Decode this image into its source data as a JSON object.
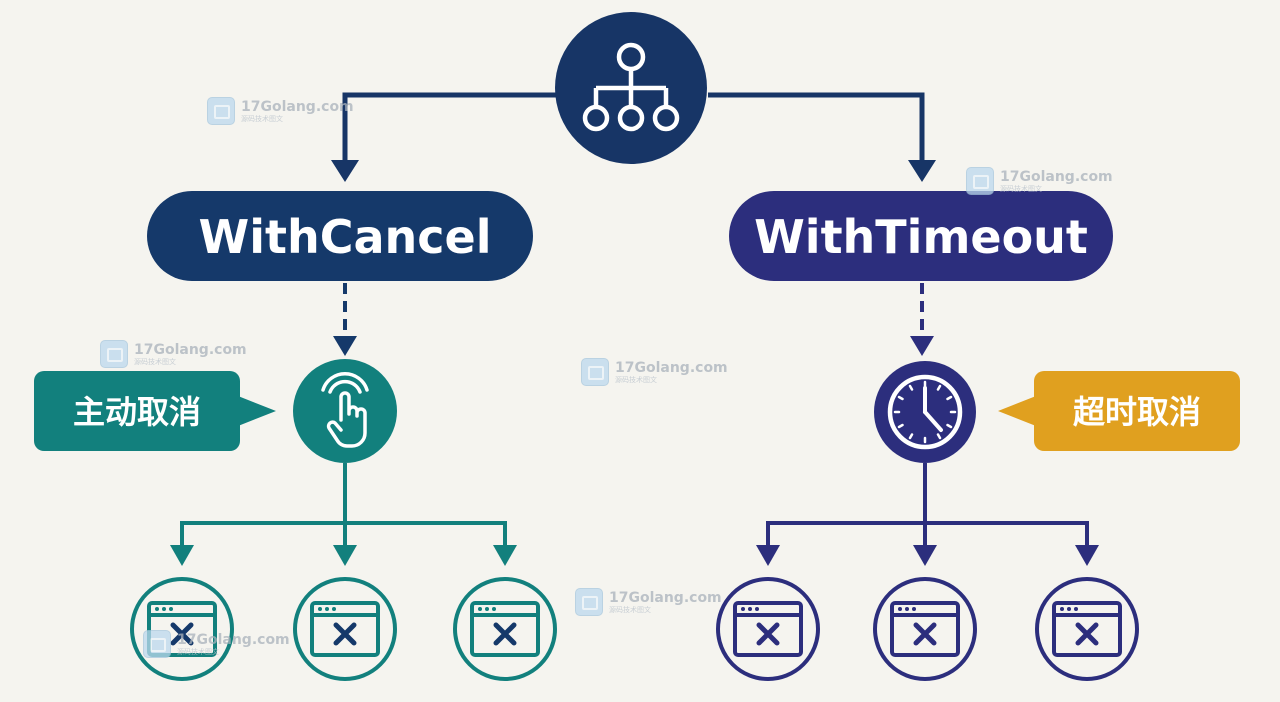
{
  "colors": {
    "background": "#f5f4ef",
    "root_navy": "#173566",
    "cancel_navy": "#15396a",
    "timeout_indigo": "#2c2e7d",
    "teal": "#12807d",
    "orange": "#e0a01f",
    "white": "#ffffff"
  },
  "root": {
    "icon": "hierarchy-icon"
  },
  "left_branch": {
    "label": "WithCancel",
    "callout": "主动取消",
    "trigger_icon": "hand-tap-icon",
    "children_count": 3,
    "child_icon": "window-close-icon"
  },
  "right_branch": {
    "label": "WithTimeout",
    "callout": "超时取消",
    "trigger_icon": "clock-icon",
    "children_count": 3,
    "child_icon": "window-close-icon"
  },
  "watermark": {
    "brand": "17Golang.com",
    "sub": "源码技术图文"
  }
}
